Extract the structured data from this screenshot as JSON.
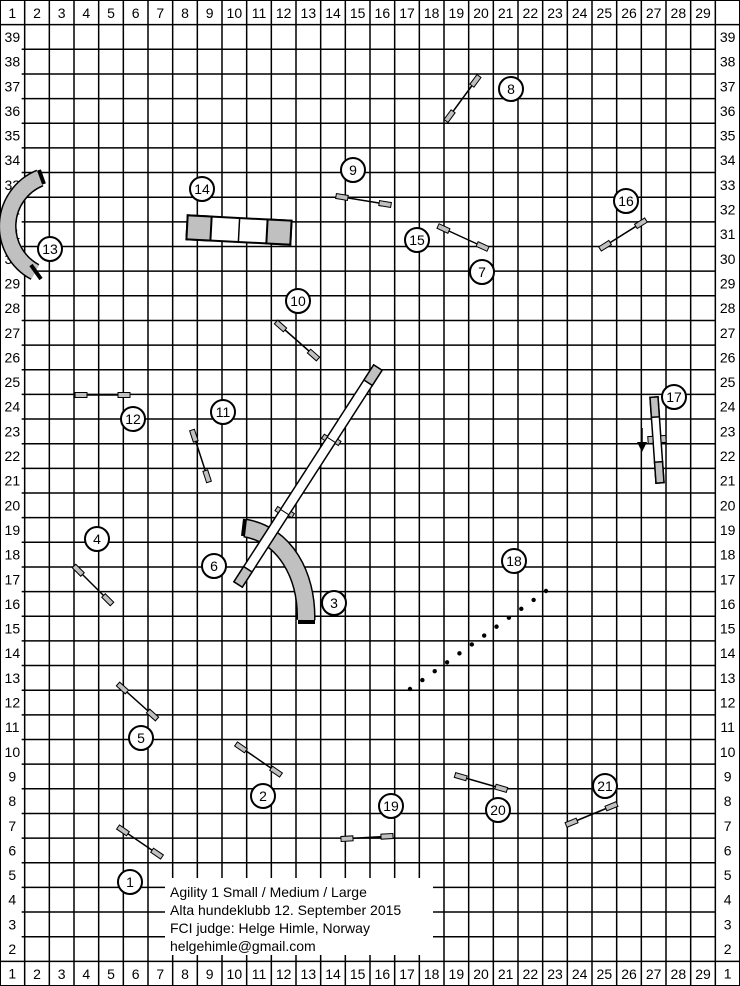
{
  "course": {
    "title": "Agility 1 Small / Medium / Large",
    "club_date": "Alta hundeklubb 12. September 2015",
    "judge": "FCI judge: Helge Himle, Norway",
    "email": "helgehimle@gmail.com"
  },
  "grid": {
    "columns": [
      "1",
      "2",
      "3",
      "4",
      "5",
      "6",
      "7",
      "8",
      "9",
      "10",
      "11",
      "12",
      "13",
      "14",
      "15",
      "16",
      "17",
      "18",
      "19",
      "20",
      "21",
      "22",
      "23",
      "24",
      "25",
      "26",
      "27",
      "28",
      "29"
    ],
    "rows": [
      "39",
      "38",
      "37",
      "36",
      "35",
      "34",
      "33",
      "32",
      "31",
      "30",
      "29",
      "28",
      "27",
      "26",
      "25",
      "24",
      "23",
      "22",
      "21",
      "20",
      "19",
      "18",
      "17",
      "16",
      "15",
      "14",
      "13",
      "12",
      "11",
      "10",
      "9",
      "8",
      "7",
      "6",
      "5",
      "4",
      "3",
      "2",
      "1"
    ]
  },
  "obstacles": {
    "n1": "1",
    "n2": "2",
    "n3": "3",
    "n4": "4",
    "n5": "5",
    "n6": "6",
    "n7": "7",
    "n8": "8",
    "n9": "9",
    "n10": "10",
    "n11": "11",
    "n12": "12",
    "n13": "13",
    "n14": "14",
    "n15": "15",
    "n16": "16",
    "n17": "17",
    "n18": "18",
    "n19": "19",
    "n20": "20",
    "n21": "21"
  },
  "colors": {
    "line": "#000000",
    "equipment": "#c0c0c0",
    "background": "#ffffff"
  }
}
